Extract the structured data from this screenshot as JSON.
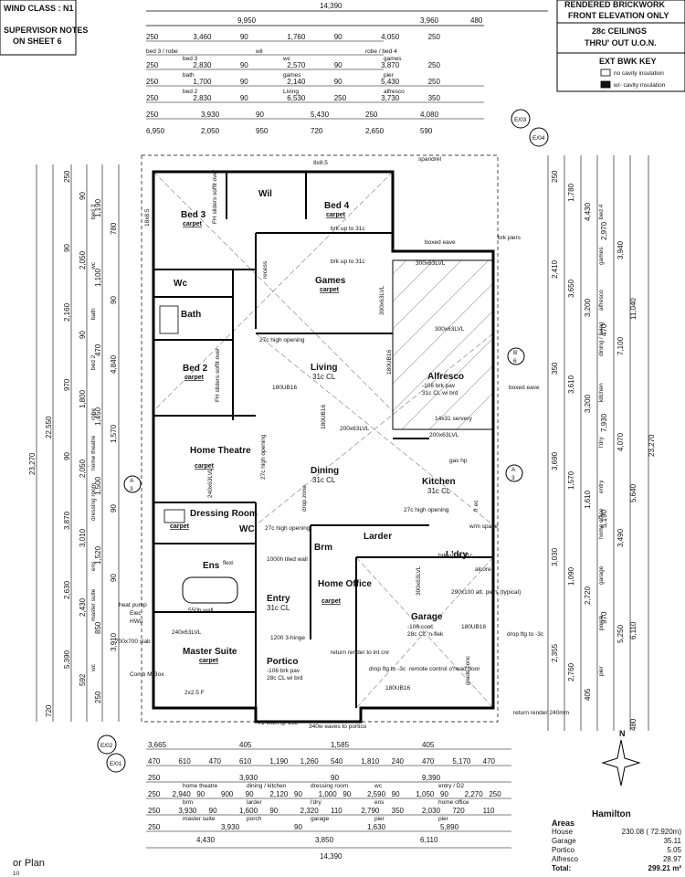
{
  "header": {
    "wind_class": "WIND CLASS : N1",
    "supervisor": [
      "SUPERVISOR NOTES",
      "ON SHEET 6"
    ],
    "elevation": [
      "RENDERED BRICKWORK",
      "FRONT ELEVATION ONLY"
    ],
    "ceilings": [
      "28c CEILINGS",
      "THRU' OUT U.O.N."
    ]
  },
  "ext_key": {
    "title": "EXT BWK KEY",
    "items": [
      "no cavity insulation",
      "w/- cavity insulation"
    ]
  },
  "top_dims": {
    "overall": "14,390",
    "a": "9,950",
    "b": "3,960",
    "c": "480",
    "rows": [
      [
        "250",
        "3,460",
        "90",
        "1,760",
        "90",
        "4,050",
        "250"
      ],
      [
        "bed 3 / robe",
        "wil",
        "robe / bed 4"
      ],
      [
        "250",
        "2,830",
        "90",
        "2,570",
        "90",
        "3,870",
        "250"
      ],
      [
        "250",
        "1,700",
        "90",
        "2,140",
        "90",
        "5,430",
        "250"
      ],
      [
        "250",
        "2,830",
        "90",
        "6,530",
        "250",
        "3,730",
        "350"
      ],
      [
        "250",
        "3,930",
        "90",
        "5,430",
        "250",
        "4,080"
      ],
      [
        "6,950",
        "2,050",
        "950",
        "720",
        "2,650",
        "590"
      ]
    ],
    "labels": [
      "bed 3",
      "wc",
      "games",
      "bath",
      "games",
      "pier",
      "bed 2",
      "Living",
      "alfresco"
    ]
  },
  "bottom_dims": {
    "overall": "14,390",
    "a": "4,430",
    "b": "3,850",
    "c": "6,110",
    "rows": [
      [
        "3,665",
        "405",
        "1,585",
        "405"
      ],
      [
        "470",
        "610",
        "470",
        "610",
        "1,190",
        "1,260",
        "540",
        "1,810",
        "240",
        "470",
        "5,170",
        "470"
      ],
      [
        "250",
        "3,930",
        "90",
        "9,390"
      ],
      [
        "250",
        "2,940",
        "90",
        "900",
        "90",
        "2,120",
        "90",
        "1,000",
        "90",
        "2,590",
        "90",
        "1,050",
        "90",
        "2,270",
        "250"
      ],
      [
        "250",
        "3,930",
        "90",
        "1,600",
        "90",
        "2,320",
        "110",
        "2,790",
        "350",
        "2,030",
        "720",
        "110"
      ],
      [
        "250",
        "3,930",
        "90",
        "1,630",
        "5,890"
      ]
    ],
    "labels": [
      "home theatre",
      "dining / kitchen",
      "dressing room",
      "wc",
      "entry / D2",
      "brm",
      "larder",
      "l'dry",
      "ens",
      "home office",
      "master suite",
      "porch",
      "garage",
      "pier",
      "pier"
    ]
  },
  "left_dims": {
    "a": "23,270",
    "b": "22,550",
    "c": "720",
    "values": [
      "250",
      "90",
      "1,190",
      "780",
      "90",
      "2,050",
      "1,100",
      "90",
      "2,160",
      "90",
      "470",
      "4,840",
      "970",
      "1,800",
      "1,450",
      "1,570",
      "90",
      "2,050",
      "1,500",
      "90",
      "3,870",
      "3,010",
      "1,520",
      "90",
      "2,630",
      "2,430",
      "850",
      "3,910",
      "5,390",
      "592",
      "250"
    ],
    "labels": [
      "bed 3",
      "wc",
      "bath",
      "bed 2",
      "robe",
      "home theatre",
      "dressing room",
      "ens",
      "master suite",
      "wc"
    ]
  },
  "right_dims": {
    "a": "23,270",
    "b": "11,040",
    "c": "5,640",
    "d": "6,110",
    "e": "480",
    "values": [
      "250",
      "1,780",
      "4,430",
      "2,970",
      "3,940",
      "2,410",
      "3,650",
      "3,200",
      "470",
      "7,100",
      "350",
      "3,610",
      "3,200",
      "7,930",
      "4,070",
      "3,690",
      "1,570",
      "1,610",
      "5,190",
      "3,490",
      "3,030",
      "1,090",
      "2,720",
      "970",
      "5,250",
      "2,355",
      "2,760",
      "405"
    ],
    "labels": [
      "bed 4",
      "games",
      "alfresco",
      "dining / living",
      "kitchen",
      "l'dry",
      "entry",
      "home office",
      "garage",
      "porch",
      "pier"
    ]
  },
  "rooms": {
    "bed3": "Bed 3",
    "bed4": "Bed 4",
    "wil": "Wil",
    "games": "Games",
    "wc": "Wc",
    "bath": "Bath",
    "bed2": "Bed 2",
    "living": "Living",
    "living_cl": "31c CL",
    "alfresco": "Alfresco",
    "alfresco_note": [
      "-106 brk pav",
      "31c CL wi brd"
    ],
    "home_theatre": "Home Theatre",
    "dining": "Dining",
    "dining_cl": "31c CL",
    "kitchen": "Kitchen",
    "kitchen_cl": "31c CL",
    "dressing": "Dressing Room",
    "wc2": "WC",
    "larder": "Larder",
    "brm": "Brm",
    "ldry": "L'dry",
    "ens": "Ens",
    "home_office": "Home Office",
    "entry": "Entry",
    "entry_cl": "31c CL",
    "garage": "Garage",
    "garage_note": [
      "-106 conc",
      "28c CL 'n-flek"
    ],
    "master": "Master Suite",
    "portico": "Portico",
    "portico_note": [
      "-106 brk pav",
      "28c CL wi brd"
    ],
    "carpet": "carpet"
  },
  "notes": {
    "spandrel": "spandrel",
    "boxed_eave": "boxed eave",
    "brk_piers": "brk piers",
    "boxed_eave2": "boxed eave",
    "brk_up1": "brk up to 31c",
    "brk_up2": "brk up to 31c",
    "brk_up3": "brk up to 31c",
    "fh1": "FH sliders soffit over",
    "fh2": "FH sliders soffit over",
    "recess": "recess",
    "high1": "27c high opening",
    "high2": "27c high opening",
    "high3": "27c high opening",
    "high4": "27c high opening",
    "l1": "300x63LVL",
    "l2": "300x63LVL",
    "l3": "300x63LVL",
    "l4": "200x63LVL",
    "l5": "200x63LVL",
    "l6": "240x63LVL",
    "l7": "240x63LVL",
    "l8": "180UB16",
    "l9": "180UB16",
    "l10": "180UB16",
    "l11": "180UB16",
    "l12": "180UB16",
    "l13": "14x31 servery",
    "l14": "300x63LVL",
    "l15": "8x8.5",
    "l16": "18x8.5",
    "heatpump": "heat pump",
    "elec": "Elec",
    "hwu": "HWu",
    "slab": "700x700 slab",
    "comb": "Comb M/Box",
    "tiled": "1000h tiled wall",
    "wall550": "550h wall",
    "hinge": "1200 3-hinge",
    "lintel": "T1-lintel @ 25c",
    "eaves340": "340w eaves to portico",
    "return1": "return render to int cnr",
    "return2": "return render 240mm",
    "dropftg1": "drop ftg to -3c",
    "dropftg2": "drop ftg to -3c",
    "remote": "remote control o'head door",
    "piers": "290x100 att. piers (typical)",
    "gas": "gas hp",
    "flexi": "flexi",
    "alcore": "alcore",
    "grade": "grade conc",
    "drop": "drop zone",
    "wm": "w/m space",
    "fr": "fr ec",
    "drop2": "2x2.5 F"
  },
  "sections": {
    "e03": "E/03",
    "e04": "E/04",
    "e02": "E/02",
    "e01": "E/01",
    "a3": "A",
    "a3b": "3",
    "b6": "B",
    "b6b": "6"
  },
  "title": "Hamilton",
  "areas": {
    "heading": "Areas",
    "rows": [
      {
        "name": "House",
        "value": "230.08  ( 72.920m)"
      },
      {
        "name": "Garage",
        "value": "35.11"
      },
      {
        "name": "Portico",
        "value": "5.05"
      },
      {
        "name": "Alfresco",
        "value": "28.97"
      },
      {
        "name": "Total:",
        "value": "299.21 m²"
      }
    ]
  },
  "footer": [
    "or Plan",
    "10"
  ]
}
